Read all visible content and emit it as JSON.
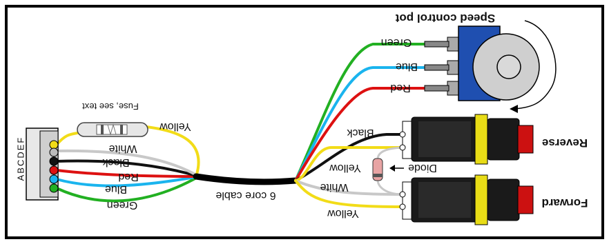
{
  "colors": {
    "green": "#22b022",
    "blue": "#1ab4ee",
    "red": "#dd1111",
    "black": "#111111",
    "white": "#c8c8c8",
    "yellow": "#f2dc18",
    "pot_body": "#1f4fb0",
    "button_cap": "#cc1111",
    "ring": "#e8dc16",
    "frame": "#000000"
  },
  "labels": {
    "speed_control_pot": "Speed control pot",
    "reverse": "Reverse",
    "forward": "Forward",
    "diode": "Diode",
    "cable": "6 core cable",
    "fuse": "Fuse, see text",
    "pot_green": "Green",
    "pot_blue": "Blue",
    "pot_red": "Red",
    "sw_black": "Black",
    "sw_yellow_upper": "Yellow",
    "sw_white": "White",
    "sw_yellow_lower": "Yellow",
    "conn_yellow": "Yellow",
    "conn_white": "White",
    "conn_black": "Black",
    "conn_red": "Red",
    "conn_blue": "Blue",
    "conn_green": "Green",
    "terminal_letters": "ABCDEF"
  },
  "icons": {
    "diode_arrow": "arrow-left-icon",
    "rotation_arrow": "curved-arrow-icon"
  }
}
